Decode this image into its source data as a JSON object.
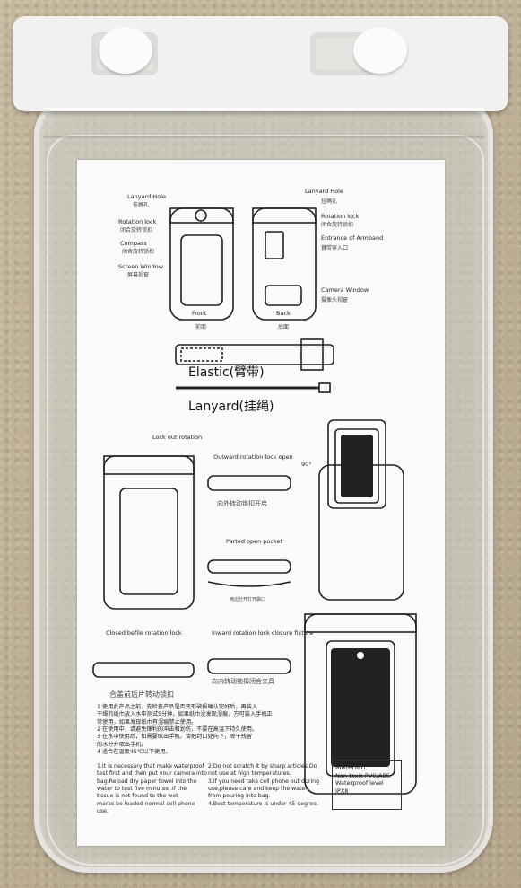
{
  "scene": {
    "description_labels": {
      "lanyard_hole_left": "Lanyard Hole",
      "lanyard_hole_left_zh": "挂绳孔",
      "rotation_lock_left": "Rotation lock",
      "rotation_lock_left_zh": "闭合旋转锁扣",
      "compass": "Compass",
      "compass_zh": "闭合旋转锁扣",
      "screen_window": "Screen Window",
      "screen_window_zh": "屏幕视窗",
      "front": "Front",
      "front_zh": "前面",
      "lanyard_hole_right": "Lanyard Hole",
      "lanyard_hole_right_zh": "挂绳孔",
      "rotation_lock_right": "Rotation lock",
      "rotation_lock_right_zh": "闭合旋转锁扣",
      "entrance_armband": "Entrance of Armband",
      "entrance_armband_zh": "臂带穿入口",
      "camera_window": "Camera Window",
      "camera_window_zh": "摄像头视窗",
      "back": "Back",
      "back_zh": "后面",
      "elastic": "Elastic(臂带)",
      "lanyard": "Lanyard(挂绳)",
      "lock_out_rotation": "Lock out rotation",
      "outward_rotation": "Outward rotation lock open",
      "outward_rotation_zh": "向外转动锁扣开启",
      "parted_open": "Parted open pocket",
      "parted_open_zh": "两边分开打开袋口",
      "closed_befile": "Closed befile rotation lock",
      "closed_befile_zh": "合盖前后片转动锁扣",
      "inward_rotation": "Inward rotation lock closure fixture",
      "inward_rotation_zh": "向内转动锁扣闭合夹具",
      "angle": "90°"
    },
    "zh_notes": [
      "1   使用此产品之前，先检查产品是否变形破损确认完好后，再装入",
      "干燥的纸巾放入水中测试5分钟，如果纸巾没发现湿痕，方可装入手机正",
      "常使用，如果发现纸巾有湿痕禁止使用。",
      "2   在使用中，请避免锋利的冲击和划伤，不要在高温下持久使用。",
      "3   在水中使用后，如需要取出手机，请把封口处向下，晾干残留",
      "的水分并取出手机。",
      "4   适合在温度45℃以下使用。"
    ],
    "en_notes_left": [
      "1.It is necessary that make waterproof",
      "test first and then put your camera into",
      "bag.Reload dry paper towel into the",
      "water to test five minutes .If the",
      "tissue is not found to the wet",
      "marks be loaded normal cell phone",
      "use."
    ],
    "en_notes_right": [
      "2.Do not scratch it by sharp articles.Do",
      "not use at high temperatures.",
      "3.If you need take cell phone out during",
      "use,please care and keep the water",
      "from pouring into bag.",
      "4.Best temperature is under 45 degree."
    ],
    "material": {
      "title": "Materiarl:",
      "line1": "Non-toxic PVC/ABS",
      "line2": "Waterproof level IPX8"
    }
  }
}
